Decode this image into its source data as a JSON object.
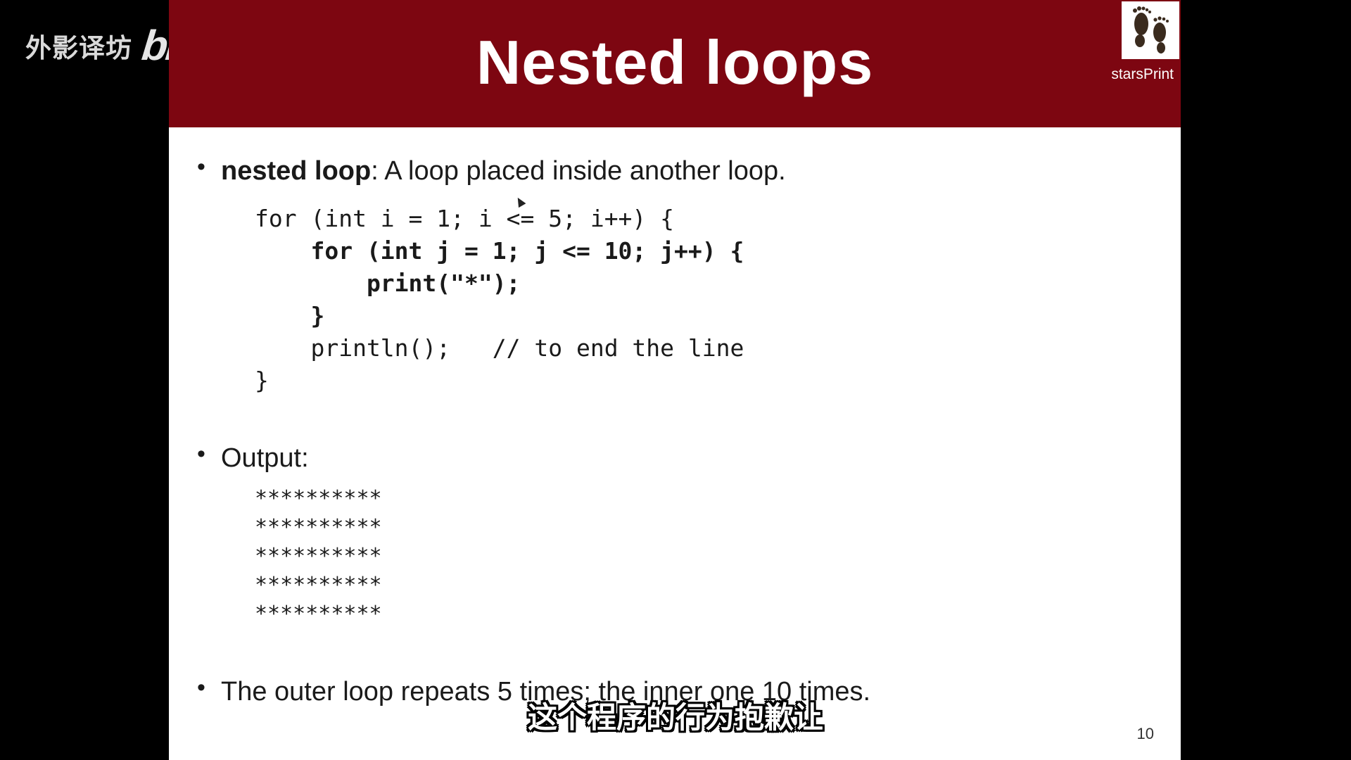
{
  "watermark": {
    "text": "外影译坊",
    "logo": "bilibili"
  },
  "slide": {
    "title": "Nested loops",
    "logo_label": "starsPrint",
    "bullets": [
      {
        "term": "nested loop",
        "rest": ": A loop placed inside another loop."
      },
      {
        "label": "Output:"
      },
      {
        "text": "The outer loop repeats 5 times; the inner one 10 times."
      }
    ],
    "code_lines": [
      "for (int i = 1; i <= 5; i++) {",
      "    for (int j = 1; j <= 10; j++) {",
      "        print(\"*\");",
      "    }",
      "    println();   // to end the line",
      "}"
    ],
    "output_lines": [
      "**********",
      "**********",
      "**********",
      "**********",
      "**********"
    ],
    "page_number": "10"
  },
  "subtitle": "这个程序的行为抱歉让",
  "colors": {
    "header": "#7d0611",
    "slide_bg": "#ffffff",
    "frame_bg": "#000000"
  }
}
